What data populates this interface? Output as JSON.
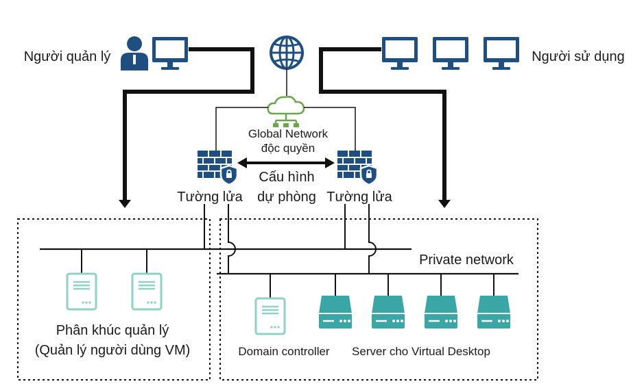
{
  "labels": {
    "admin": "Người quản lý",
    "users": "Người sử dụng",
    "global_network_line1": "Global Network",
    "global_network_line2": "độc quyền",
    "redundant_config_line1": "Cấu hình",
    "redundant_config_line2": "dự phòng",
    "firewall_left": "Tường lửa",
    "firewall_right": "Tường lửa",
    "private_network": "Private network",
    "mgmt_segment_line1": "Phân khúc quản lý",
    "mgmt_segment_line2": "(Quản lý người dùng VM)",
    "domain_controller": "Domain controller",
    "vd_servers": "Server cho Virtual Desktop"
  },
  "colors": {
    "navy": "#1e4f80",
    "teal": "#3aa6a6",
    "teal_dark": "#2c8a8a",
    "mint": "#8fd1c6",
    "cloud": "#6fa44f",
    "line": "#111111"
  },
  "icons": {
    "admin": [
      "person-icon",
      "monitor-icon"
    ],
    "users": [
      "monitor-icon",
      "monitor-icon",
      "monitor-icon"
    ],
    "internet": "globe-icon",
    "cloud": "cloud-network-icon",
    "firewalls": [
      "firewall-icon",
      "firewall-icon"
    ],
    "mgmt_servers": [
      "server-icon",
      "server-icon"
    ],
    "domain_controller": "server-icon",
    "vd_servers": [
      "rack-server-icon",
      "rack-server-icon",
      "rack-server-icon",
      "rack-server-icon"
    ]
  }
}
